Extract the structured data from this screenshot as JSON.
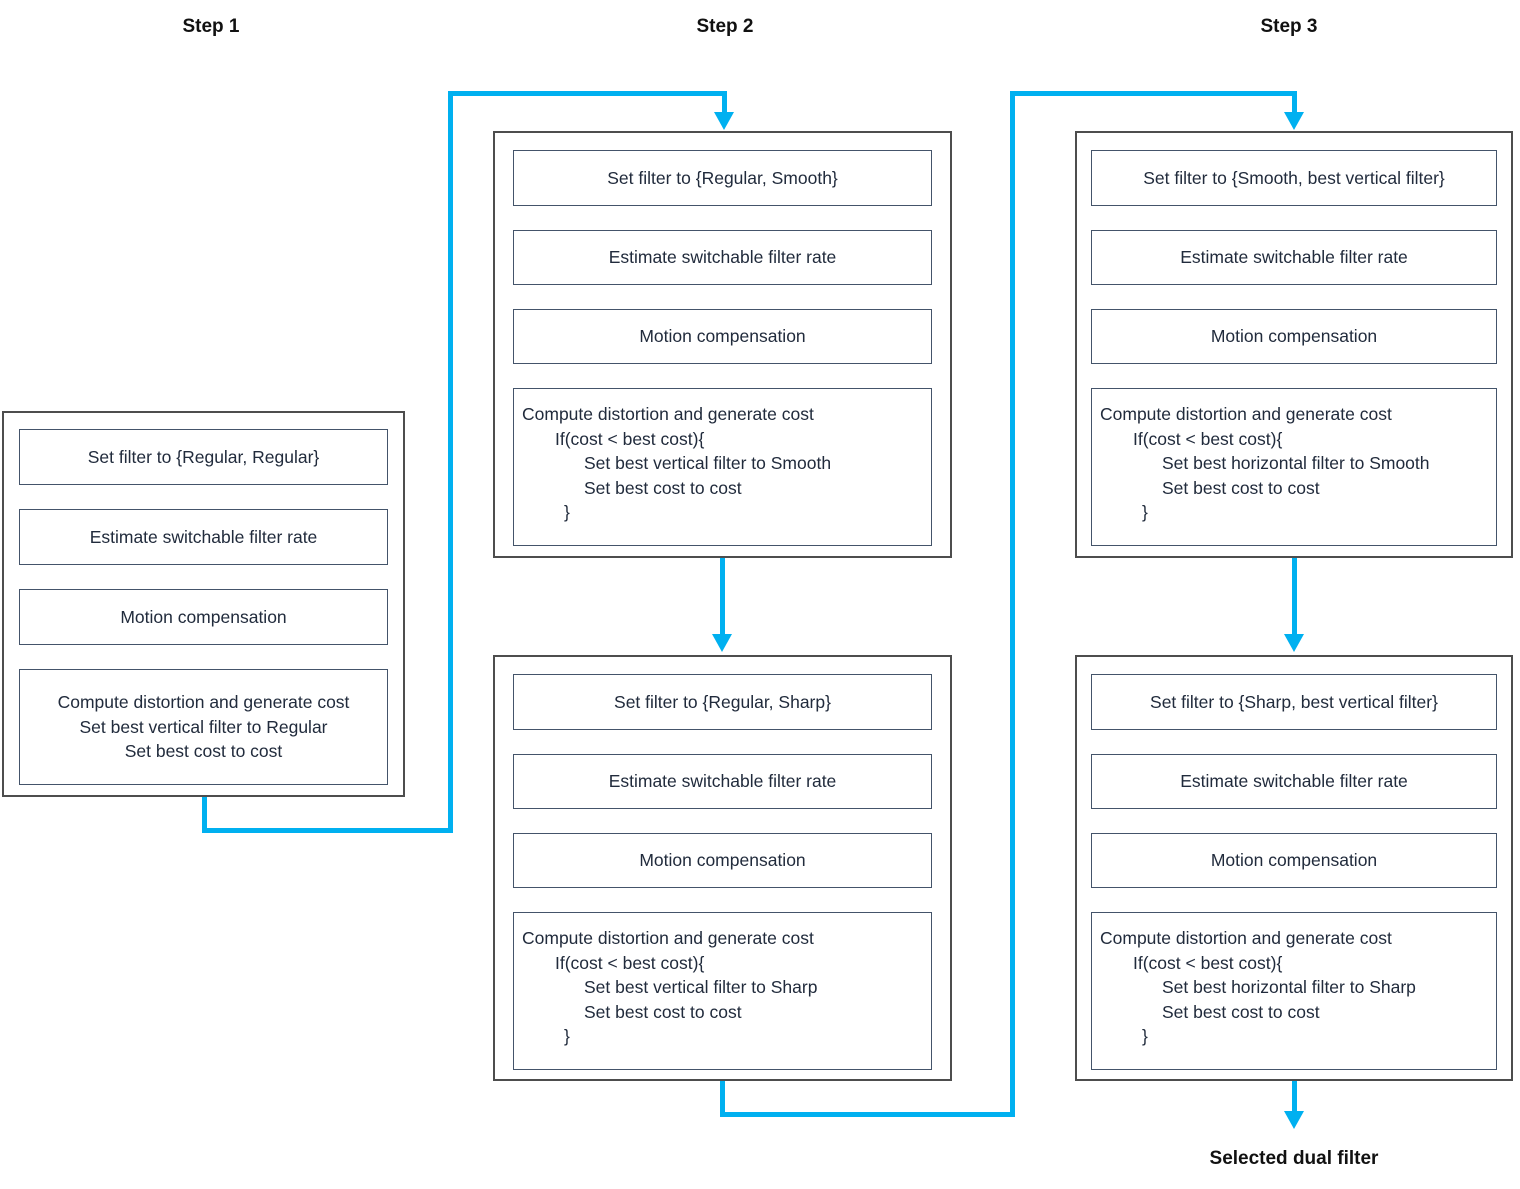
{
  "colors": {
    "arrow": "#00b0f0",
    "outer_border": "#4d4d4d",
    "inner_border": "#44546a",
    "text": "#212b3c"
  },
  "headers": {
    "step1": "Step 1",
    "step2": "Step 2",
    "step3": "Step 3"
  },
  "footer": {
    "label": "Selected dual filter"
  },
  "step1": {
    "box": {
      "set_filter": "Set filter to {Regular, Regular}",
      "estimate": "Estimate switchable filter rate",
      "motion": "Motion compensation",
      "compute": {
        "line1": "Compute distortion and generate cost",
        "line2": "Set best vertical filter to Regular",
        "line3": "Set best cost to cost"
      }
    }
  },
  "step2": {
    "box_smooth": {
      "set_filter": "Set filter to {Regular, Smooth}",
      "estimate": "Estimate switchable filter rate",
      "motion": "Motion compensation",
      "compute": {
        "line1": "Compute distortion and generate cost",
        "line2": "If(cost < best cost){",
        "line3": "Set best vertical filter to Smooth",
        "line4": "Set best cost to cost",
        "line5": "}"
      }
    },
    "box_sharp": {
      "set_filter": "Set filter to {Regular, Sharp}",
      "estimate": "Estimate switchable filter rate",
      "motion": "Motion compensation",
      "compute": {
        "line1": "Compute distortion and generate cost",
        "line2": "If(cost < best cost){",
        "line3": "Set best vertical filter to Sharp",
        "line4": "Set best cost to cost",
        "line5": "}"
      }
    }
  },
  "step3": {
    "box_smooth": {
      "set_filter": "Set filter to {Smooth, best vertical filter}",
      "estimate": "Estimate switchable filter rate",
      "motion": "Motion compensation",
      "compute": {
        "line1": "Compute distortion and generate cost",
        "line2": "If(cost < best cost){",
        "line3": "Set best horizontal filter to Smooth",
        "line4": "Set best cost to cost",
        "line5": "}"
      }
    },
    "box_sharp": {
      "set_filter": "Set filter to {Sharp, best vertical filter}",
      "estimate": "Estimate switchable filter rate",
      "motion": "Motion compensation",
      "compute": {
        "line1": "Compute distortion and generate cost",
        "line2": "If(cost < best cost){",
        "line3": "Set best horizontal filter to Sharp",
        "line4": "Set best cost to cost",
        "line5": "}"
      }
    }
  }
}
